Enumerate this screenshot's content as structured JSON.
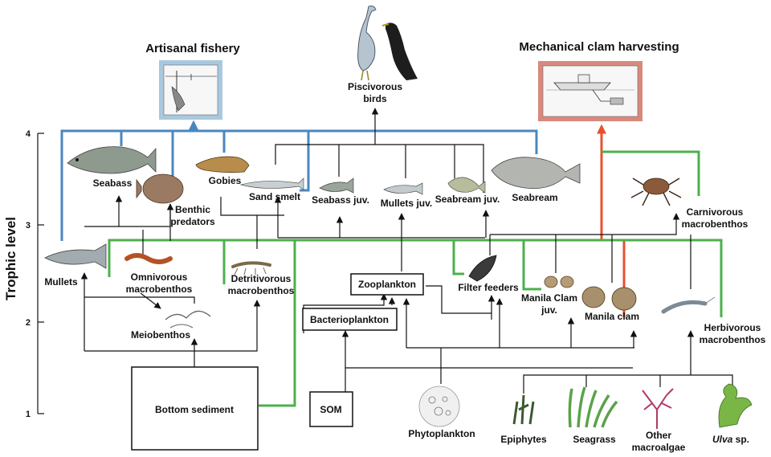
{
  "axis": {
    "title": "Trophic level",
    "ticks": [
      "4",
      "3",
      "2",
      "1"
    ]
  },
  "headers": {
    "artisanal": "Artisanal fishery",
    "mechanical": "Mechanical clam harvesting"
  },
  "nodes": {
    "piscivorous_1": "Piscivorous",
    "piscivorous_2": "birds",
    "seabass": "Seabass",
    "gobies": "Gobies",
    "sand_smelt": "Sand smelt",
    "seabass_juv": "Seabass juv.",
    "mullets_juv": "Mullets juv.",
    "seabream_juv": "Seabream juv.",
    "seabream": "Seabream",
    "benthic_1": "Benthic",
    "benthic_2": "predators",
    "carnivorous_1": "Carnivorous",
    "carnivorous_2": "macrobenthos",
    "mullets": "Mullets",
    "omnivorous_1": "Omnivorous",
    "omnivorous_2": "macrobenthos",
    "detritivorous_1": "Detritivorous",
    "detritivorous_2": "macrobenthos",
    "zooplankton": "Zooplankton",
    "bacterioplankton": "Bacterioplankton",
    "filter_feeders": "Filter feeders",
    "manila_juv_1": "Manila Clam",
    "manila_juv_2": "juv.",
    "manila_clam": "Manila clam",
    "herbivorous_1": "Herbivorous",
    "herbivorous_2": "macrobenthos",
    "meiobenthos": "Meiobenthos",
    "bottom_sediment": "Bottom sediment",
    "som": "SOM",
    "phytoplankton": "Phytoplankton",
    "epiphytes": "Epiphytes",
    "seagrass": "Seagrass",
    "other_macroalgae_1": "Other",
    "other_macroalgae_2": "macroalgae",
    "ulva_italic": "Ulva",
    "ulva_suffix": " sp."
  },
  "colors": {
    "fishery_link": "#4a87c0",
    "fishery_box_frame": "#a9c8de",
    "harvest_link": "#e8502c",
    "harvest_box_frame": "#d9897c",
    "benthic_link": "#4cb04c",
    "trophic_link": "#111111"
  },
  "icons": [
    "heron-icon",
    "cormorant-icon",
    "fishing-net-illustration",
    "clam-dredge-boat-illustration",
    "seabass-icon",
    "flatfish-icon",
    "goby-icon",
    "sand-smelt-icon",
    "seabass-juv-icon",
    "mullet-juv-icon",
    "seabream-juv-icon",
    "seabream-icon",
    "crab-icon",
    "mullet-icon",
    "worm-icon",
    "amphipod-icon",
    "mussel-icon",
    "small-clam-icon",
    "manila-clam-icon",
    "shrimp-icon",
    "meiobenthos-icon",
    "phytoplankton-icon",
    "epiphytes-icon",
    "seagrass-icon",
    "macroalgae-icon",
    "ulva-icon"
  ]
}
